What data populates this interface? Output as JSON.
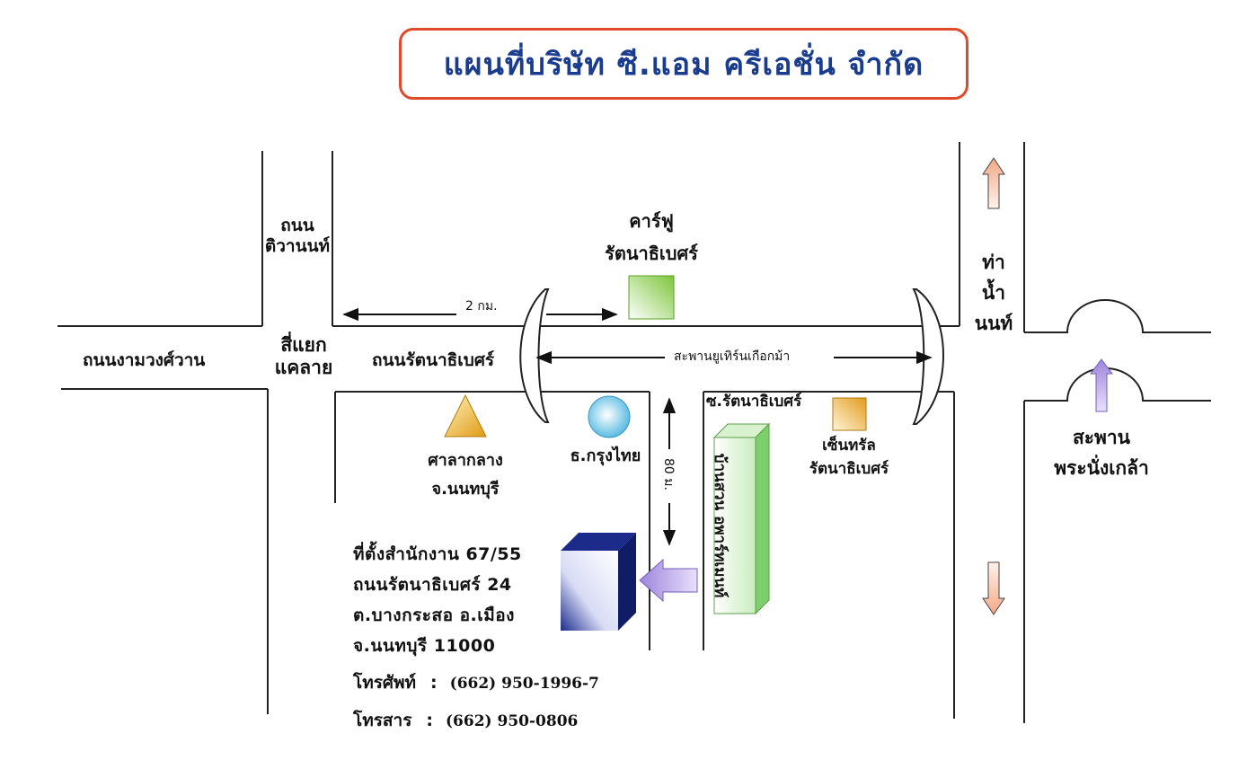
{
  "title": "แผนที่บริษัท  ซี.แอม ครีเอชั่น  จำกัด",
  "roads": {
    "tiwanon": [
      "ถนน",
      "ติวานนท์"
    ],
    "ngamwongwan": "ถนนงามวงศ์วาน",
    "khae_lai": [
      "สี่แยก",
      "แคลาย"
    ],
    "rattanathibet": "ถนนรัตนาธิเบศร์",
    "soi_rattanathibet": "ซ.รัตนาธิเบศร์",
    "u_turn_bridge": "สะพานยูเทิร์นเกือกม้า",
    "tha_nam_non": [
      "ท่า",
      "น้ำ",
      "นนท์"
    ],
    "phra_nang_klao_bridge": [
      "สะพาน",
      "พระนั่งเกล้า"
    ]
  },
  "distances": {
    "two_km": "2 กม.",
    "eighty_m": "80 ม."
  },
  "landmarks": {
    "carrefour": [
      "คาร์ฟู",
      "รัตนาธิเบศร์"
    ],
    "city_hall": [
      "ศาลากลาง",
      "จ.นนทบุรี"
    ],
    "krungthai_bank": "ธ.กรุงไทย",
    "central": [
      "เซ็นทรัล",
      "รัตนาธิเบศร์"
    ],
    "ban_suan_apartment": "บ้านสวน อพาร์ทเมนท์"
  },
  "address": [
    "ที่ตั้งสำนักงาน  67/55",
    "ถนนรัตนาธิเบศร์ 24",
    "ต.บางกระสอ  อ.เมือง",
    "จ.นนทบุรี   11000"
  ],
  "contact": {
    "phone_label": "โทรศัพท์",
    "phone": "(662) 950-1996-7",
    "fax_label": "โทรสาร",
    "fax": "(662) 950-0806",
    "separator": ":"
  },
  "colors": {
    "title_border": "#e04a2a",
    "title_text": "#1a3c8f",
    "carrefour_green": "#8fd14f",
    "city_hall_orange": "#e8a21a",
    "bank_blue": "#6cc6e6",
    "central_orange": "#e8a830",
    "apartment_green": "#bfe8b0",
    "office_blue": "#1a2a8a",
    "arrow_purple": "#b9a6e8",
    "arrow_peach": "#f4b79a"
  }
}
